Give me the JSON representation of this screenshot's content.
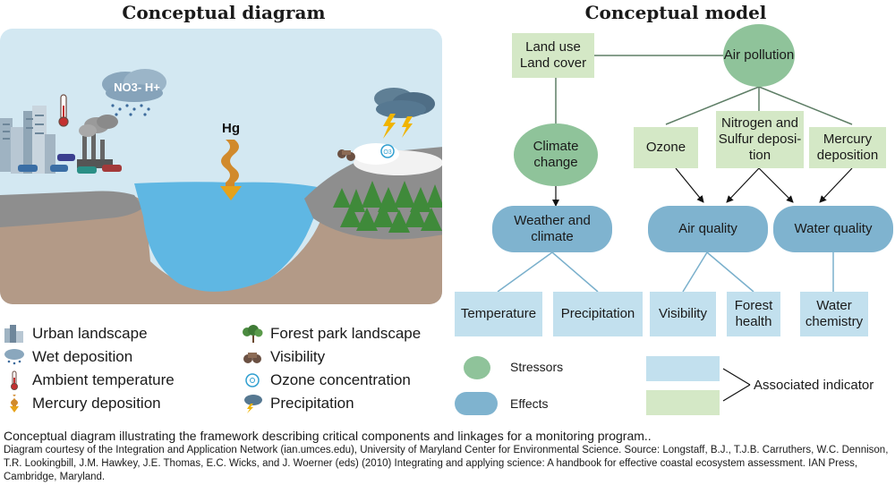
{
  "titles": {
    "left": "Conceptual diagram",
    "right": "Conceptual model"
  },
  "illustration": {
    "hg_label": "Hg",
    "wet_deposition_badge": "NO3- H+",
    "ozone_symbol": "O3"
  },
  "model": {
    "stressors": {
      "land_use": "Land use Land cover",
      "air_pollution": "Air pollution",
      "climate_change": "Climate change",
      "ozone": "Ozone",
      "nitrogen_sulfur": "Nitrogen and Sulfur deposi- tion",
      "mercury": "Mercury deposition"
    },
    "effects": {
      "weather_climate": "Weather and climate",
      "air_quality": "Air quality",
      "water_quality": "Water quality"
    },
    "indicators": {
      "temperature": "Temperature",
      "precipitation": "Precipitation",
      "visibility": "Visibility",
      "forest_health": "Forest health",
      "water_chemistry": "Water chemistry"
    }
  },
  "legend_model": {
    "stressors": "Stressors",
    "effects": "Effects",
    "associated_indicator": "Associated indicator"
  },
  "legend_icons": [
    {
      "icon": "urban-landscape-icon",
      "label": "Urban landscape"
    },
    {
      "icon": "wet-deposition-icon",
      "label": "Wet deposition"
    },
    {
      "icon": "thermometer-icon",
      "label": "Ambient temperature"
    },
    {
      "icon": "mercury-arrow-icon",
      "label": "Mercury deposition"
    },
    {
      "icon": "forest-icon",
      "label": "Forest park landscape"
    },
    {
      "icon": "binoculars-icon",
      "label": "Visibility"
    },
    {
      "icon": "ozone-icon",
      "label": "Ozone concentration"
    },
    {
      "icon": "storm-cloud-icon",
      "label": "Precipitation"
    }
  ],
  "colors": {
    "stressor_ellipse": "#8fc39a",
    "stressor_rect": "#d4e8c6",
    "effect_pill": "#7fb3cf",
    "indicator_rect": "#c2e0ee",
    "sky": "#cfe6f1",
    "water": "#5fb7e3",
    "soil": "#b39a87"
  },
  "caption": {
    "line1": "Conceptual diagram illustrating the framework describing critical components and linkages for a monitoring program..",
    "line2": "Diagram courtesy of the Integration and Application Network (ian.umces.edu), University of Maryland Center for Environmental Science. Source: Longstaff, B.J., T.J.B. Carruthers, W.C. Dennison, T.R. Lookingbill, J.M. Hawkey, J.E. Thomas, E.C. Wicks, and J. Woerner (eds) (2010) Integrating and applying science: A handbook for effective coastal ecosystem assessment. IAN Press, Cambridge, Maryland."
  }
}
